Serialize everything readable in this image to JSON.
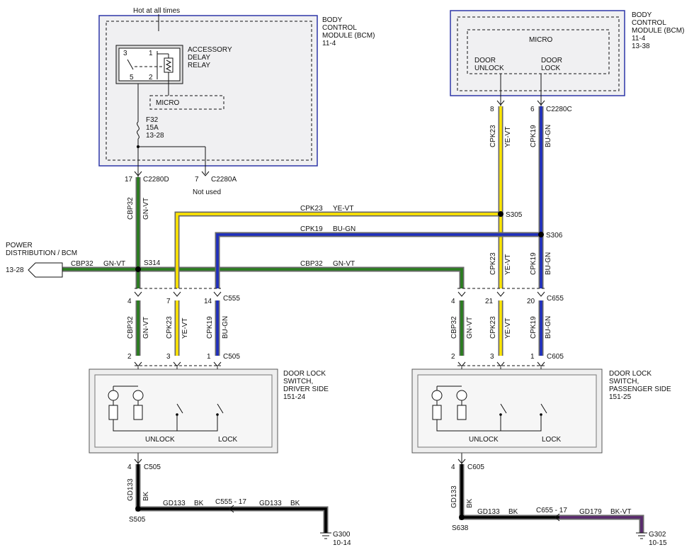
{
  "bcm_left": {
    "hot_label": "Hot at all times",
    "title_lines": [
      "BODY",
      "CONTROL",
      "MODULE (BCM)",
      "11-4"
    ],
    "relay_lines": [
      "ACCESSORY",
      "DELAY",
      "RELAY"
    ],
    "relay_pins": [
      "3",
      "1",
      "5",
      "2"
    ],
    "micro_label": "MICRO",
    "fuse_lines": [
      "F32",
      "15A",
      "13-28"
    ],
    "pin17": "17",
    "conn_c2280d": "C2280D",
    "pin7": "7",
    "conn_c2280a": "C2280A",
    "not_used": "Not used"
  },
  "bcm_right": {
    "title_lines": [
      "BODY",
      "CONTROL",
      "MODULE (BCM)",
      "11-4",
      "13-38"
    ],
    "micro_label": "MICRO",
    "door_unlock": [
      "DOOR",
      "UNLOCK"
    ],
    "door_lock": [
      "DOOR",
      "LOCK"
    ],
    "pin8": "8",
    "pin6": "6",
    "conn_c2280c": "C2280C"
  },
  "power_dist": {
    "lines": [
      "POWER",
      "DISTRIBUTION / BCM"
    ],
    "ref": "13-28"
  },
  "wire_labels": {
    "cbp32": "CBP32",
    "gnvt": "GN-VT",
    "cpk23": "CPK23",
    "yevt": "YE-VT",
    "cpk19": "CPK19",
    "bugn": "BU-GN",
    "gd133": "GD133",
    "bk": "BK",
    "gd179": "GD179",
    "bkvt": "BK-VT"
  },
  "splices": {
    "s314": "S314",
    "s305": "S305",
    "s306": "S306",
    "s505": "S505",
    "s638": "S638"
  },
  "connectors": {
    "c555": "C555",
    "c505": "C505",
    "c655": "C655",
    "c605": "C605",
    "c555_17": "C555 - 17",
    "c655_17": "C655 - 17"
  },
  "pins": {
    "left_upper": [
      "4",
      "7",
      "14"
    ],
    "left_lower": [
      "2",
      "3",
      "1"
    ],
    "left_bottom": "4",
    "right_upper": [
      "4",
      "21",
      "20"
    ],
    "right_lower": [
      "2",
      "3",
      "1"
    ],
    "right_bottom": "4"
  },
  "switch_left": {
    "title_lines": [
      "DOOR LOCK",
      "SWITCH,",
      "DRIVER SIDE",
      "151-24"
    ],
    "unlock": "UNLOCK",
    "lock": "LOCK"
  },
  "switch_right": {
    "title_lines": [
      "DOOR LOCK",
      "SWITCH,",
      "PASSENGER SIDE",
      "151-25"
    ],
    "unlock": "UNLOCK",
    "lock": "LOCK"
  },
  "grounds": {
    "g300": [
      "G300",
      "10-14"
    ],
    "g302": [
      "G302",
      "10-15"
    ]
  },
  "colors": {
    "green_violet": "#2a7d1f",
    "yellow_violet": "#ffe600",
    "blue_green": "#1f2fbf",
    "black": "#000000",
    "black_violet": "#5a2a6e",
    "module_border": "#2d36a8"
  }
}
